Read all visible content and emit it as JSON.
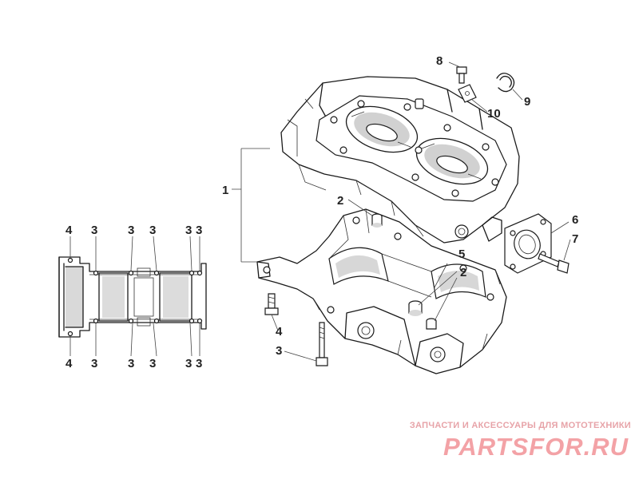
{
  "watermark": {
    "tagline": "ЗАПЧАСТИ И АКСЕССУАРЫ ДЛЯ МОТОТЕХНИКИ",
    "logo_text": "PARTSFOR.RU",
    "color": "#e8474f"
  },
  "callouts": {
    "c1": "1",
    "c2a": "2",
    "c2b": "2",
    "c3": "3",
    "c4": "4",
    "c5": "5",
    "c6": "6",
    "c7": "7",
    "c8": "8",
    "c9": "9",
    "c10": "10"
  },
  "inset_callouts": {
    "top_left_4": "4",
    "top": [
      "3",
      "3",
      "3",
      "3",
      "3"
    ],
    "bottom_left_4": "4",
    "bottom": [
      "3",
      "3",
      "3",
      "3",
      "3"
    ]
  }
}
